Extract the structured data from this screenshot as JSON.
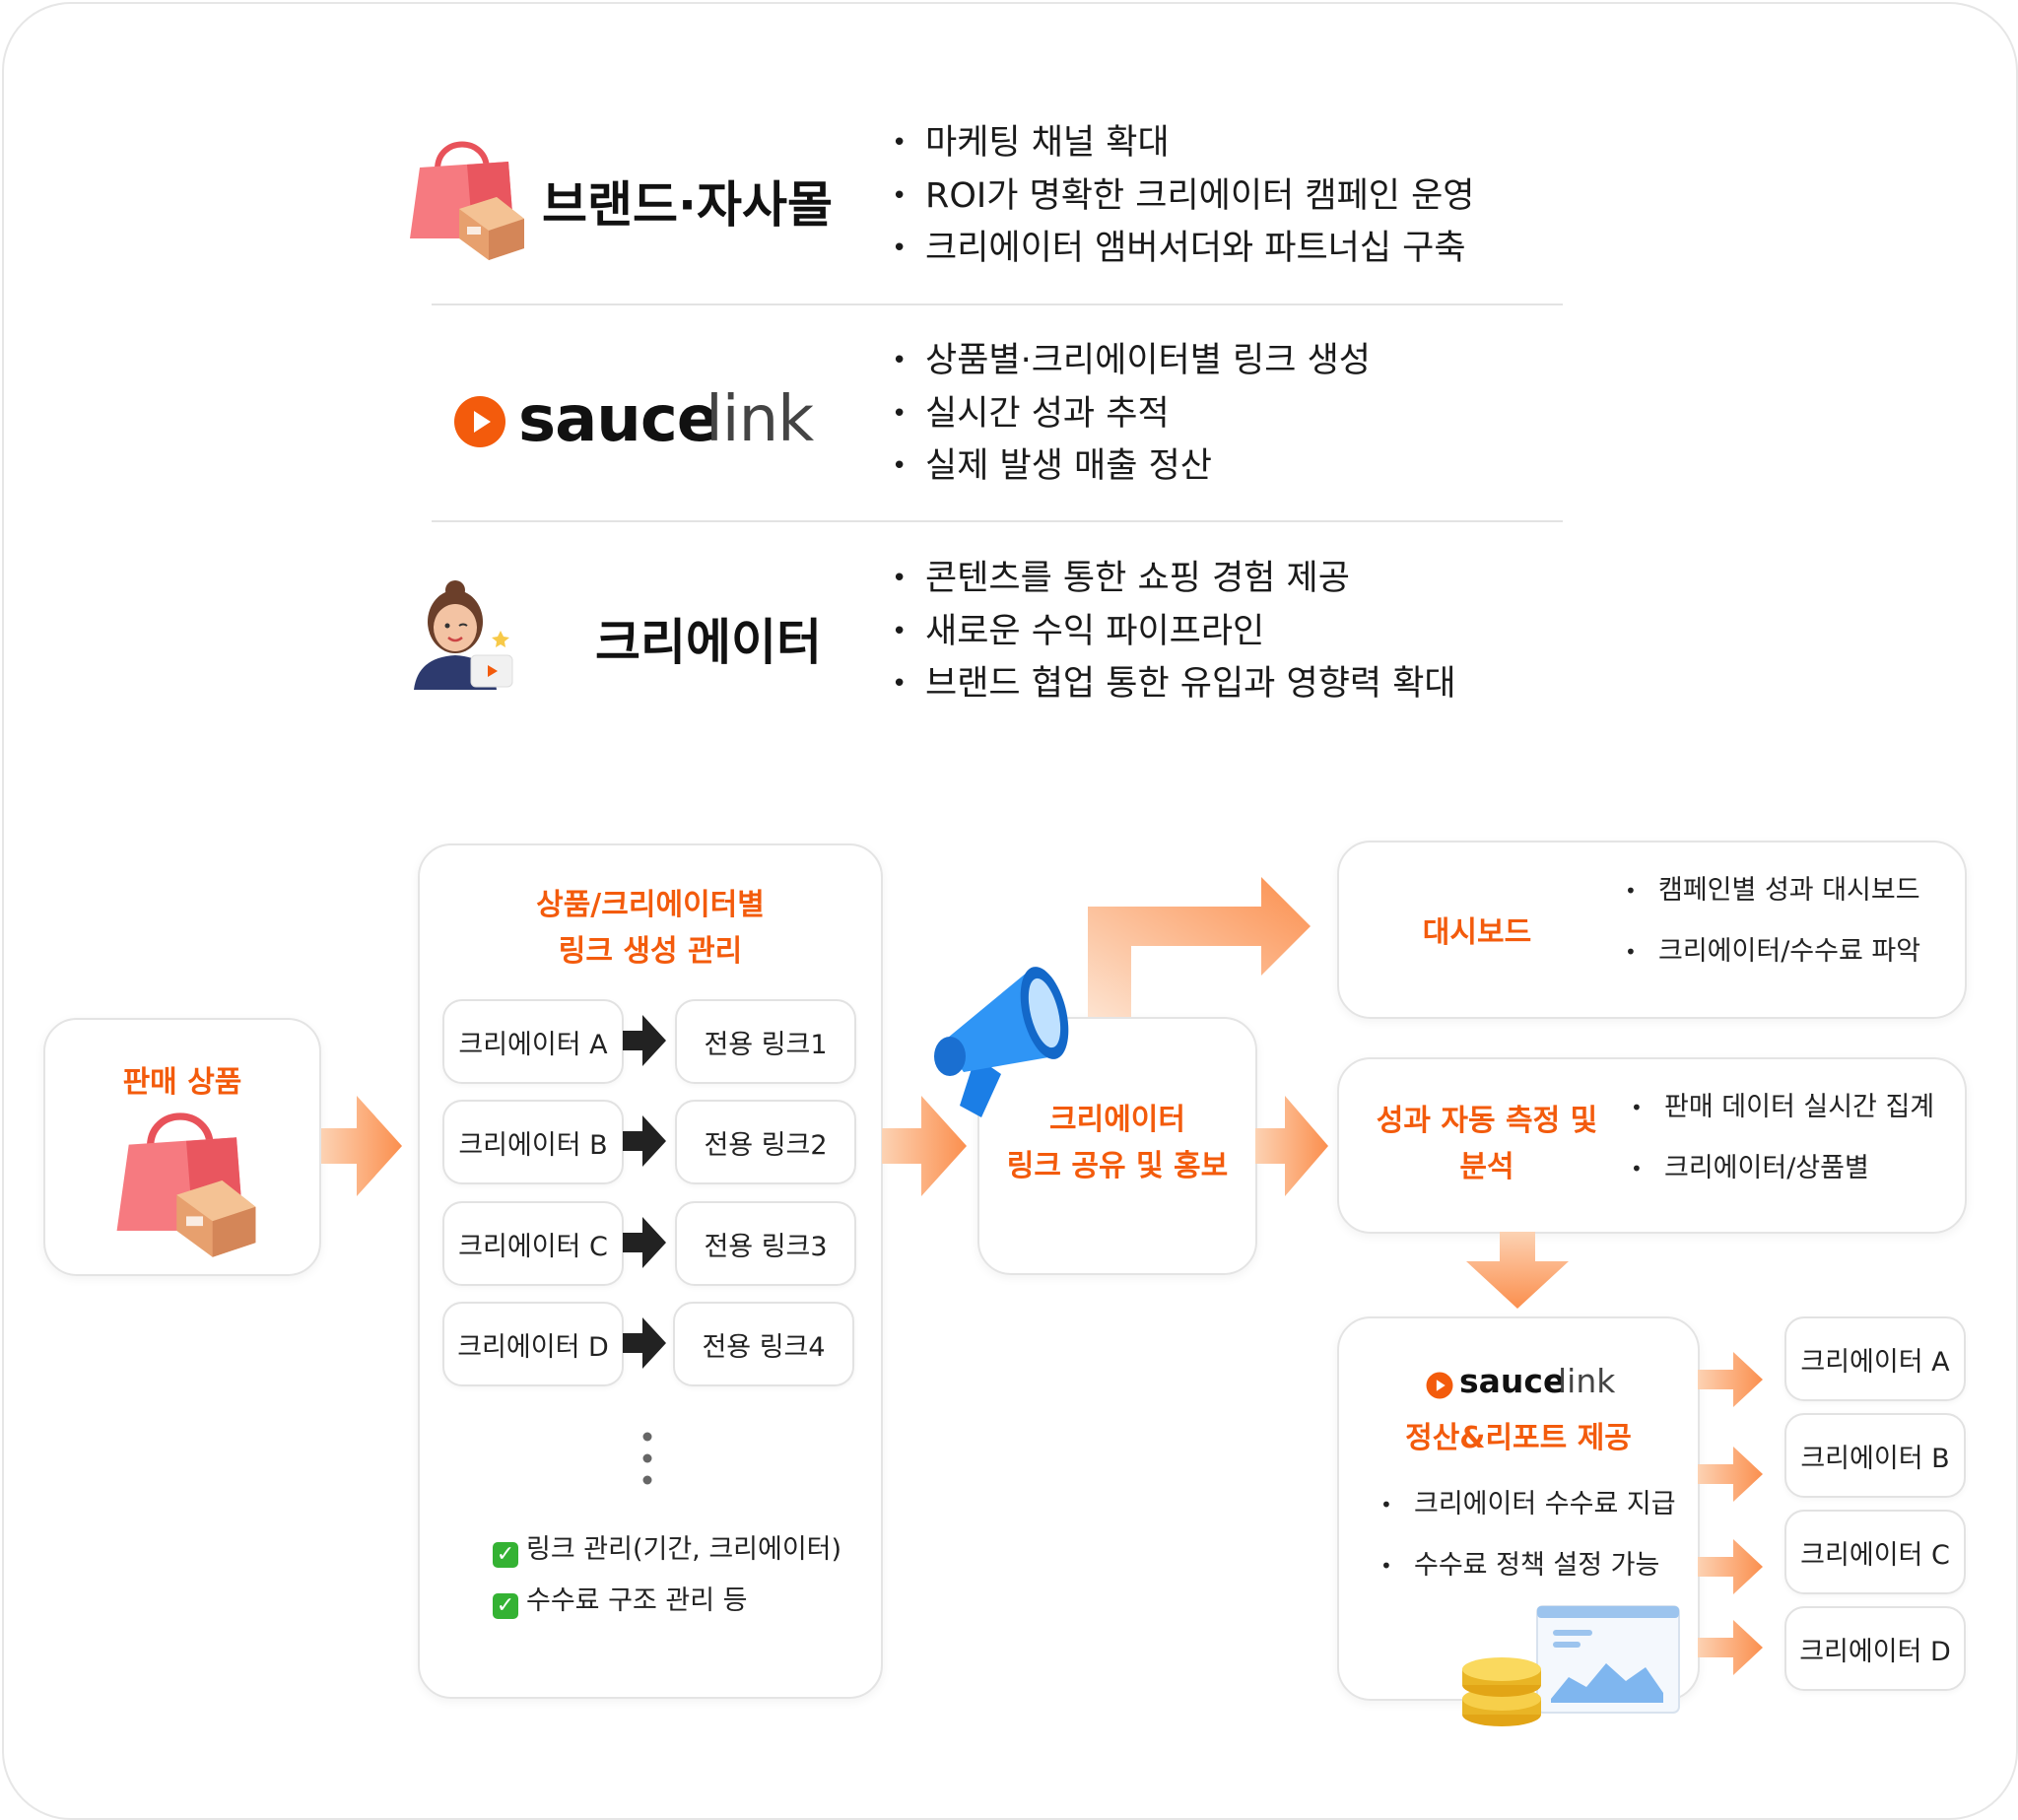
{
  "top": {
    "rows": [
      {
        "title": "브랜드·자사몰",
        "bullets": [
          "마케팅 채널 확대",
          "ROI가 명확한 크리에이터 캠페인 운영",
          "크리에이터 앰버서더와 파트너십 구축"
        ]
      },
      {
        "title": "sauce link",
        "logo_word1": "sauce",
        "logo_word2": "link",
        "bullets": [
          "상품별·크리에이터별 링크 생성",
          "실시간 성과 추적",
          "실제 발생 매출 정산"
        ]
      },
      {
        "title": "크리에이터",
        "bullets": [
          "콘텐츠를 통한 쇼핑 경험 제공",
          "새로운 수익 파이프라인",
          "브랜드 협업 통한 유입과 영향력 확대"
        ]
      }
    ]
  },
  "flow": {
    "product": {
      "title": "판매 상품"
    },
    "link_mgmt": {
      "title_line1": "상품/크리에이터별",
      "title_line2": "링크 생성 관리",
      "pairs": [
        {
          "creator": "크리에이터 A",
          "link": "전용 링크1"
        },
        {
          "creator": "크리에이터 B",
          "link": "전용 링크2"
        },
        {
          "creator": "크리에이터 C",
          "link": "전용 링크3"
        },
        {
          "creator": "크리에이터 D",
          "link": "전용 링크4"
        }
      ],
      "checks": [
        "링크 관리(기간, 크리에이터)",
        "수수료 구조 관리 등"
      ]
    },
    "share": {
      "line1": "크리에이터",
      "line2": "링크 공유 및 홍보"
    },
    "dashboard": {
      "title": "대시보드",
      "bullets": [
        "캠페인별 성과 대시보드",
        "크리에이터/수수료 파악"
      ]
    },
    "analysis": {
      "title_line1": "성과 자동 측정 및",
      "title_line2": "분석",
      "bullets": [
        "판매 데이터 실시간 집계",
        "크리에이터/상품별"
      ]
    },
    "settlement": {
      "logo_word1": "sauce",
      "logo_word2": "link",
      "title": "정산&리포트 제공",
      "bullets": [
        "크리에이터 수수료 지급",
        "수수료 정책 설정 가능"
      ]
    },
    "payees": [
      "크리에이터 A",
      "크리에이터 B",
      "크리에이터 C",
      "크리에이터 D"
    ]
  },
  "colors": {
    "accent": "#f35b0c",
    "arrow_orange": "#fb9a5c",
    "border": "#e4e4e4"
  }
}
